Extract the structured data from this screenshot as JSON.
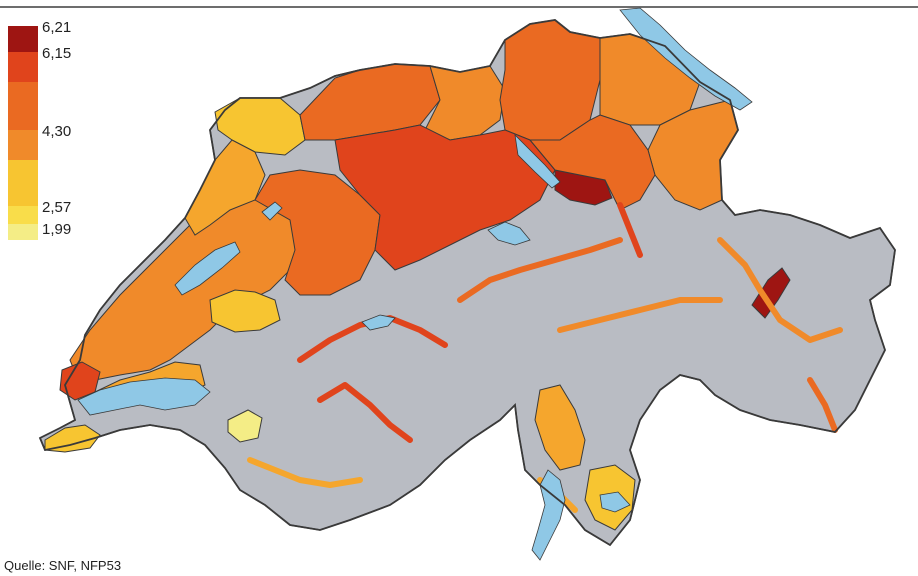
{
  "map": {
    "colors": {
      "class_6_21": "#9e1512",
      "class_6_15": "#e0441c",
      "class_high": "#ea6a22",
      "class_4_30": "#f08a2a",
      "class_mid": "#f5a62d",
      "class_low": "#f7c531",
      "class_2_57": "#f9dd4a",
      "class_1_99": "#f4ed86",
      "alpine": "#b9bcc3",
      "lake": "#8fc8e6",
      "border": "#3a3a3a"
    }
  },
  "legend": {
    "labels": [
      {
        "text": "6,21"
      },
      {
        "text": "6,15"
      },
      {
        "text": "4,30"
      },
      {
        "text": "2,57"
      },
      {
        "text": "1,99"
      }
    ]
  },
  "source": "Quelle: SNF, NFP53"
}
